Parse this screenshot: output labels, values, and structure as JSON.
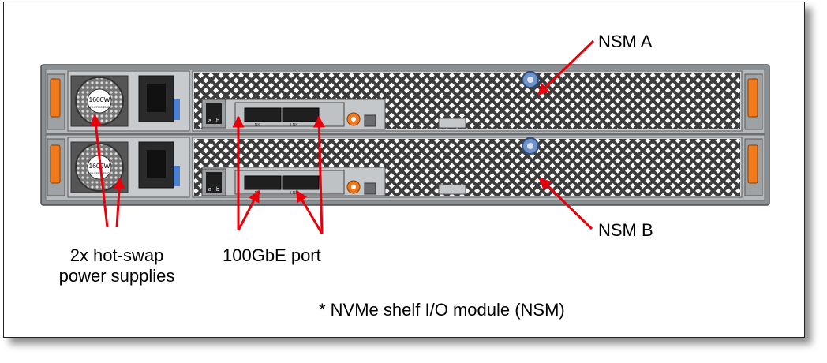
{
  "labels": {
    "nsm_a": "NSM A",
    "nsm_b": "NSM B",
    "psu_line1": "2x hot-swap",
    "psu_line2": "power supplies",
    "port": "100GbE port",
    "footnote": "* NVMe shelf I/O module (NSM)"
  },
  "psu": {
    "rating": "1600W",
    "efficiency": "96% EFFICIENCY"
  },
  "ports": {
    "left": "LNK",
    "right": "LNK"
  },
  "switch": {
    "a": "a",
    "b": "b"
  },
  "colors": {
    "arrow": "#e8000b",
    "chassis": "#8a8f93",
    "latch": "#f07a1c",
    "knob": "#6f93c8",
    "power_connector": "#2a2a2a",
    "blue_tab": "#4a7fd4"
  }
}
